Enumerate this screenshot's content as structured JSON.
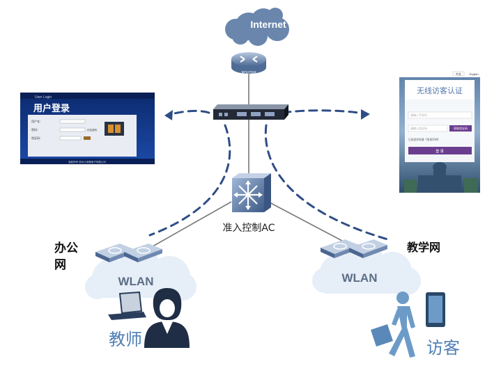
{
  "internet": {
    "label": "Internet"
  },
  "router": {
    "label": "ROUTER"
  },
  "controller": {
    "label": "准入控制AC"
  },
  "office": {
    "label_line1": "办公",
    "label_line2": "网",
    "wlan": "WLAN",
    "user": "教师"
  },
  "teaching": {
    "label": "教学网",
    "wlan": "WLAN",
    "user": "访客"
  },
  "login_screen": {
    "header": "User Login",
    "title": "用户登录",
    "fields": [
      "用户名：",
      "密码：",
      "验证码："
    ],
    "remember": "记住密码",
    "footer": "版权所有 杭州小米微电子有限公司"
  },
  "guest_screen": {
    "lang_cn": "中文",
    "lang_en": "English",
    "title": "无线访客认证",
    "phone_placeholder": "请输入手机号",
    "code_placeholder": "请输入验证码",
    "get_code": "获取验证码",
    "agree": "已阅读并同意《免责声明》",
    "login": "登 录"
  },
  "colors": {
    "dashed": "#2e4d86",
    "device_blue": "#5f7ea8",
    "cloud_inner": "#6a86ad",
    "wlan_cloud": "#e6eef8",
    "person_blue": "#6d9bc8",
    "label_blue": "#4f7fb5",
    "purple": "#6b3d8f"
  }
}
